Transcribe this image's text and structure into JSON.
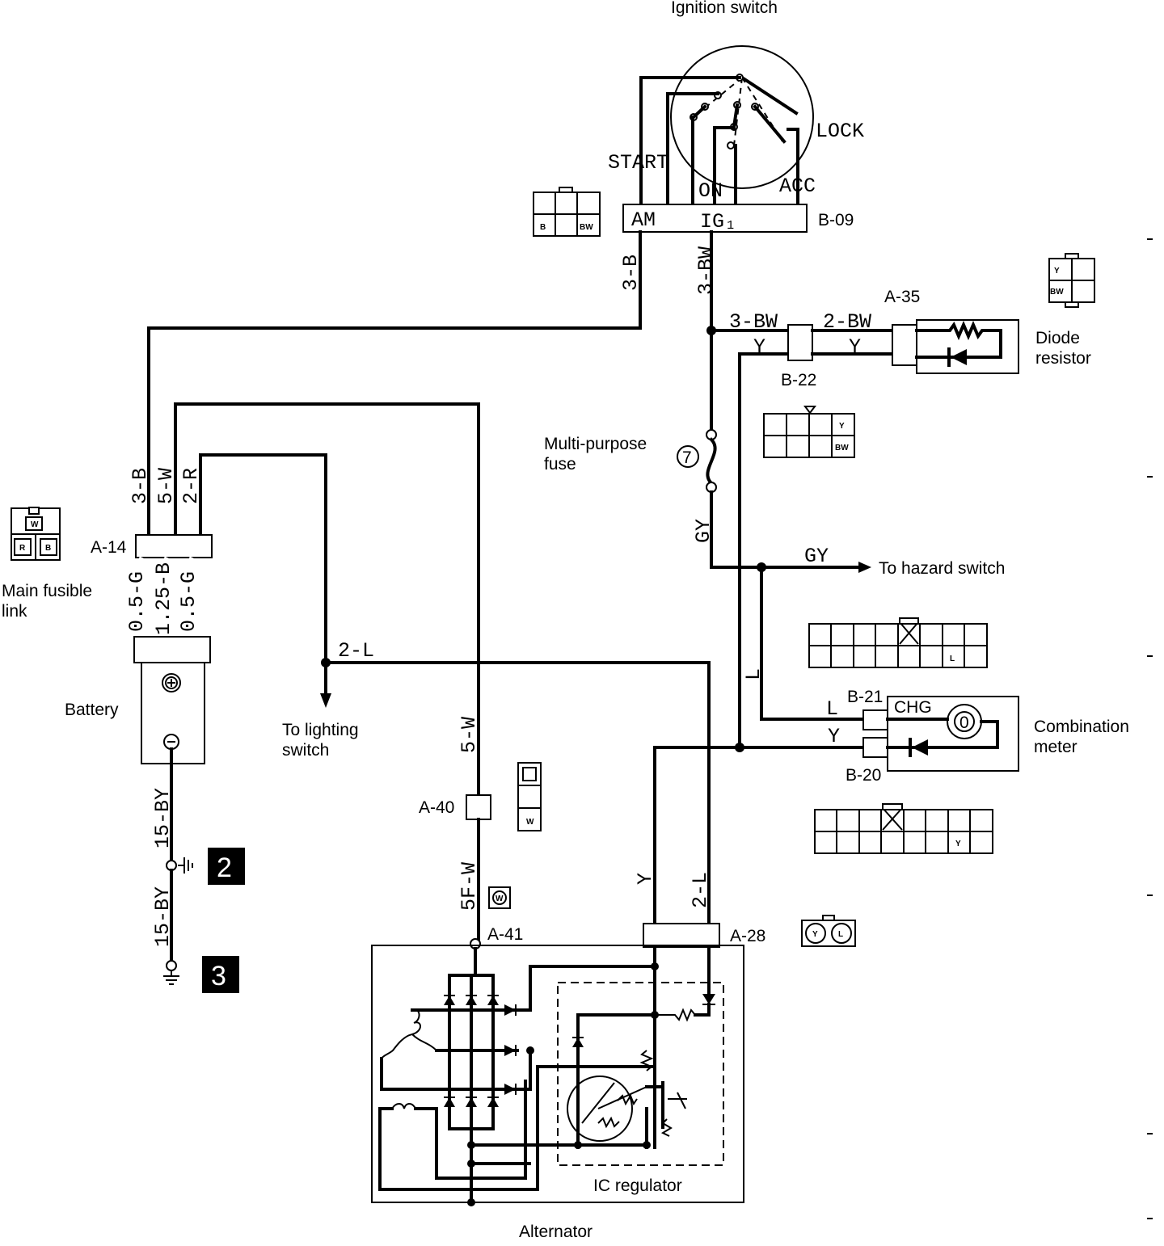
{
  "labels": {
    "ignition_switch": "Ignition switch",
    "start": "START",
    "lock": "LOCK",
    "on": "ON",
    "acc": "ACC",
    "am": "AM",
    "ig1": "IG₁",
    "multi_purpose_fuse_1": "Multi-purpose",
    "multi_purpose_fuse_2": "fuse",
    "fuse_number": "7",
    "to_hazard_switch": "To hazard switch",
    "diode_resistor_1": "Diode",
    "diode_resistor_2": "resistor",
    "main_fusible_link_1": "Main fusible",
    "main_fusible_link_2": "link",
    "battery": "Battery",
    "to_lighting_switch_1": "To lighting",
    "to_lighting_switch_2": "switch",
    "combination_meter_1": "Combination",
    "combination_meter_2": "meter",
    "chg": "CHG",
    "ic_regulator": "IC regulator",
    "alternator": "Alternator",
    "ground_2": "2",
    "ground_3": "3"
  },
  "connectors": {
    "b09": "B-09",
    "a35": "A-35",
    "b22": "B-22",
    "a14": "A-14",
    "b21": "B-21",
    "b20": "B-20",
    "a40": "A-40",
    "a41": "A-41",
    "a28": "A-28"
  },
  "wires": {
    "w_3b_top": "3-B",
    "w_3bw_top": "3-BW",
    "w_3bw_h": "3-BW",
    "w_2bw": "2-BW",
    "w_y1": "Y",
    "w_y2": "Y",
    "w_3b": "3-B",
    "w_5w": "5-W",
    "w_2r": "2-R",
    "w_05g_a": "0.5-G",
    "w_125b": "1.25-B",
    "w_05g_b": "0.5-G",
    "w_gy_v": "GY",
    "w_gy_h": "GY",
    "w_2l_h": "2-L",
    "w_l": "L",
    "w_l_meter": "L",
    "w_y_meter": "Y",
    "w_5w_v": "5-W",
    "w_5fw": "5F-W",
    "w_15by_a": "15-BY",
    "w_15by_b": "15-BY",
    "w_y_alt": "Y",
    "w_2l_alt": "2-L"
  },
  "pins": {
    "b09_b": "B",
    "b09_bw": "BW",
    "a35_y": "Y",
    "a35_bw": "BW",
    "b22_y": "Y",
    "b22_bw": "BW",
    "a14_w": "W",
    "a14_r": "R",
    "a14_b": "B",
    "b21_l": "L",
    "b20_y": "Y",
    "a40_w": "W",
    "a41_w": "W",
    "a28_y": "Y",
    "a28_l": "L"
  }
}
